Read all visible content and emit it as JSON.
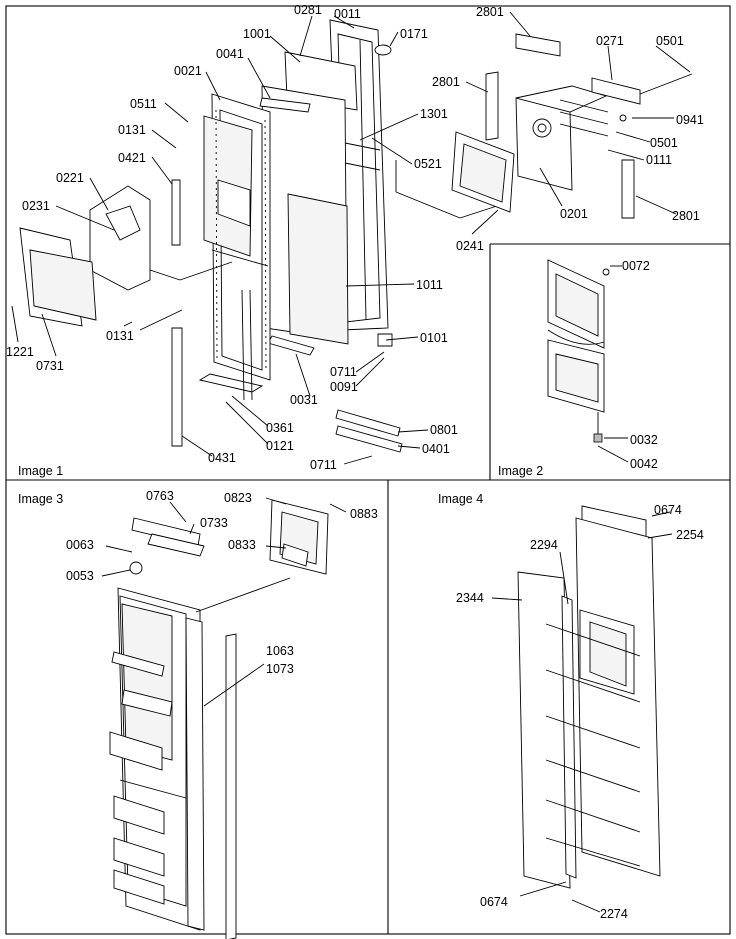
{
  "panels": [
    {
      "id": "image1",
      "title": "Image 1"
    },
    {
      "id": "image2",
      "title": "Image 2"
    },
    {
      "id": "image3",
      "title": "Image 3"
    },
    {
      "id": "image4",
      "title": "Image 4"
    }
  ],
  "callouts": {
    "image1": [
      "0281",
      "0011",
      "1001",
      "0171",
      "0041",
      "0021",
      "0511",
      "0131",
      "0421",
      "0221",
      "0231",
      "1221",
      "0731",
      "0131",
      "1301",
      "0521",
      "1011",
      "0101",
      "0711",
      "0091",
      "0031",
      "0361",
      "0121",
      "0431",
      "0801",
      "0401",
      "0711",
      "2801",
      "0271",
      "0501",
      "2801",
      "0941",
      "0501",
      "0111",
      "0201",
      "2801",
      "0241"
    ],
    "image2": [
      "0072",
      "0032",
      "0042"
    ],
    "image3": [
      "0763",
      "0733",
      "0063",
      "0053",
      "0823",
      "0883",
      "0833",
      "1063",
      "1073"
    ],
    "image4": [
      "0674",
      "2254",
      "2294",
      "2344",
      "0674",
      "2274"
    ]
  }
}
